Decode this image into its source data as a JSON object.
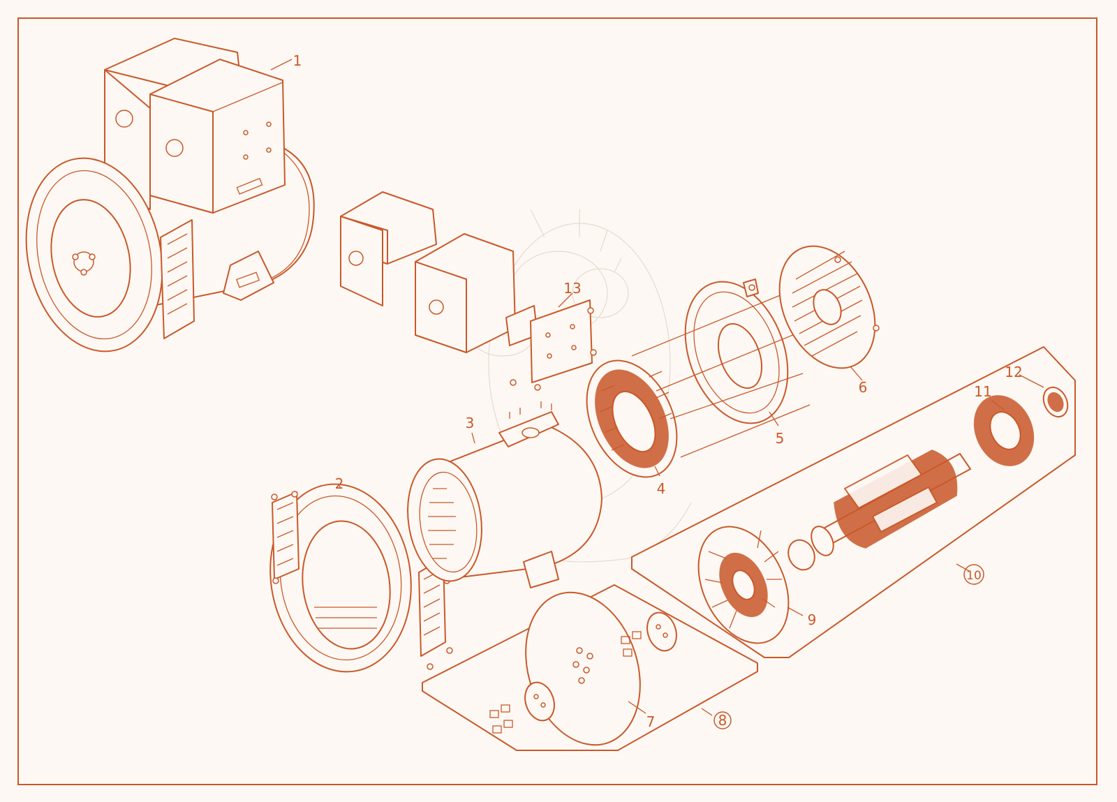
{
  "colors": {
    "accent": "#c9582a",
    "frame": "#c9582a",
    "background": "#fdf8f3",
    "ghost": "#e4dcd2"
  },
  "callouts": [
    {
      "id": "1",
      "label": "1",
      "circled": false
    },
    {
      "id": "2",
      "label": "2",
      "circled": false
    },
    {
      "id": "3",
      "label": "3",
      "circled": false
    },
    {
      "id": "4",
      "label": "4",
      "circled": false
    },
    {
      "id": "5",
      "label": "5",
      "circled": false
    },
    {
      "id": "6",
      "label": "6",
      "circled": false
    },
    {
      "id": "7",
      "label": "7",
      "circled": false
    },
    {
      "id": "8",
      "label": "8",
      "circled": true
    },
    {
      "id": "9",
      "label": "9",
      "circled": false
    },
    {
      "id": "10",
      "label": "10",
      "circled": true
    },
    {
      "id": "11",
      "label": "11",
      "circled": false
    },
    {
      "id": "12",
      "label": "12",
      "circled": false
    },
    {
      "id": "13",
      "label": "13",
      "circled": false
    }
  ]
}
